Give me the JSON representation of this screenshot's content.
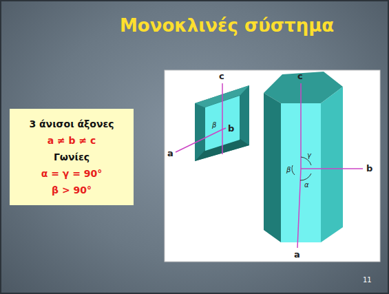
{
  "diagram": {
    "title": "Μονοκλινές σύστημα",
    "nodes": [
      {
        "text": [
          "3 άνισοι άξονες",
          "a ≠ b ≠ c",
          "Γωνίες",
          "α = γ = 90°",
          "β > 90°"
        ]
      }
    ],
    "labels": [
      "c",
      "β",
      "b",
      "a",
      "c",
      "b",
      "γ",
      "β",
      "α",
      "a",
      "11"
    ]
  }
}
